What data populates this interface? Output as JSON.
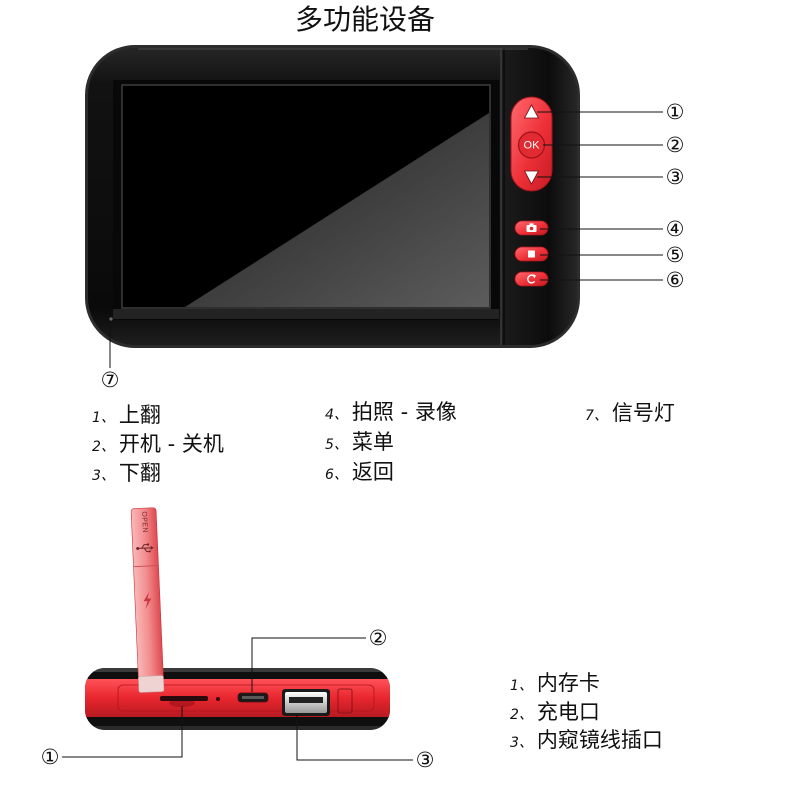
{
  "title": "多功能设备",
  "colors": {
    "accent_red": "#e8262e",
    "device_black": "#121212"
  },
  "icons": [
    "up-arrow-icon",
    "down-arrow-icon",
    "camera-icon",
    "menu-icon",
    "back-icon",
    "usb-icon",
    "lightning-icon"
  ],
  "front_view": {
    "ok_label": "OK",
    "callouts": [
      "①",
      "②",
      "③",
      "④",
      "⑤",
      "⑥",
      "⑦"
    ]
  },
  "front_legend": [
    {
      "num": "1、",
      "text": "上翻"
    },
    {
      "num": "2、",
      "text": "开机 - 关机"
    },
    {
      "num": "3、",
      "text": "下翻"
    },
    {
      "num": "4、",
      "text": "拍照 - 录像"
    },
    {
      "num": "5、",
      "text": "菜单"
    },
    {
      "num": "6、",
      "text": "返回"
    },
    {
      "num": "7、",
      "text": "信号灯"
    }
  ],
  "side_view": {
    "holder_label": "OPEN",
    "callouts": [
      "①",
      "②",
      "③"
    ]
  },
  "side_legend": [
    {
      "num": "1、",
      "text": "内存卡"
    },
    {
      "num": "2、",
      "text": "充电口"
    },
    {
      "num": "3、",
      "text": "内窥镜线插口"
    }
  ]
}
